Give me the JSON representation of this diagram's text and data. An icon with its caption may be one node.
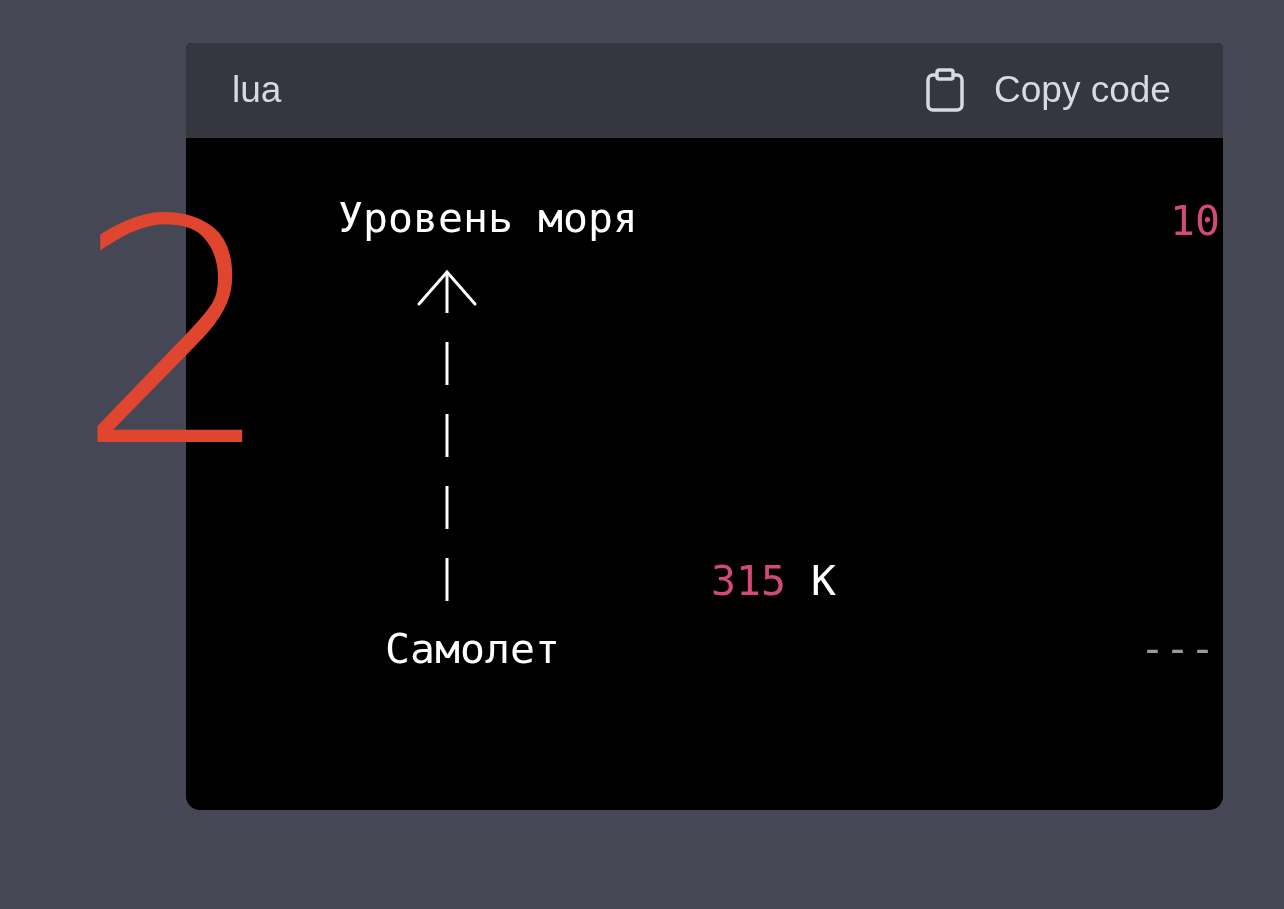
{
  "diagram": {
    "nodes": [
      {
        "text": [
          "Уровень моря"
        ]
      },
      {
        "text": [
          "Самолет"
        ]
      }
    ],
    "edges": [
      {
        "from": 1,
        "to": 0,
        "arrow": "to",
        "style": "dashed"
      }
    ],
    "labels": [
      "lua",
      "Copy code",
      "2",
      "10",
      "315 K",
      "---"
    ]
  }
}
